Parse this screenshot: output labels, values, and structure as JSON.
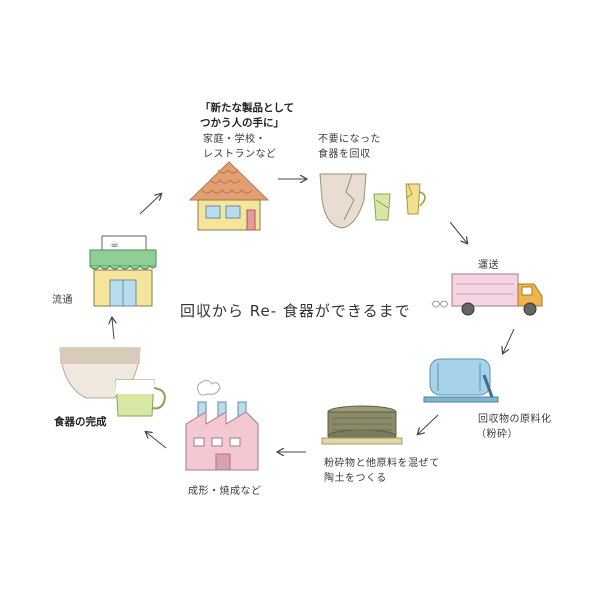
{
  "title": "回収から Re- 食器ができるまで",
  "steps": {
    "home": {
      "heading_line1": "「新たな製品として",
      "heading_line2": "つかう人の手に」",
      "sub_line1": "家庭・学校・",
      "sub_line2": "レストランなど"
    },
    "collect": {
      "line1": "不要になった",
      "line2": "食器を回収"
    },
    "transport": {
      "label": "運送"
    },
    "crush": {
      "line1": "回収物の原料化",
      "line2": "（粉砕）"
    },
    "mix": {
      "line1": "粉砕物と他原料を混ぜて",
      "line2": "陶土をつくる"
    },
    "form": {
      "label": "成形・焼成など"
    },
    "complete": {
      "label": "食器の完成"
    },
    "distribute": {
      "label": "流通"
    }
  },
  "colors": {
    "roof": "#e39e72",
    "house_wall": "#f5e59a",
    "shop_awning": "#8fce94",
    "truck_body": "#f4d3e3",
    "truck_cab": "#f1b64a",
    "mill": "#a7d3ea",
    "clay": "#8a8a6a",
    "factory": "#f4c8d2",
    "bowl": "#d9cbb9",
    "cup": "#d7e8a5",
    "arrow": "#444444"
  }
}
